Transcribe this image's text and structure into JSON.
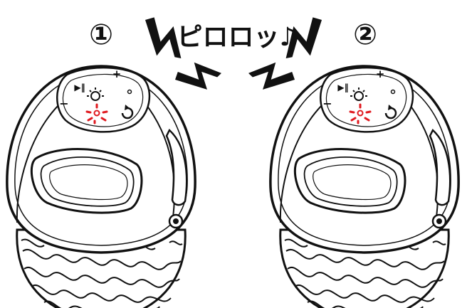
{
  "steps": [
    {
      "marker": "①",
      "speaker": "left",
      "buttons": {
        "plus": "+",
        "minus": "−",
        "play_pause": "▶‖",
        "light": "light-icon",
        "repeat": "repeat-icon"
      }
    },
    {
      "marker": "②",
      "speaker": "right",
      "buttons": {
        "plus": "+",
        "minus": "−",
        "play_pause": "▶‖",
        "light": "light-icon",
        "repeat": "repeat-icon"
      }
    }
  ],
  "sound_effect": "ピロロッ♪",
  "colors": {
    "outline": "#111111",
    "indicator": "#e0191f",
    "body": "#ffffff"
  }
}
